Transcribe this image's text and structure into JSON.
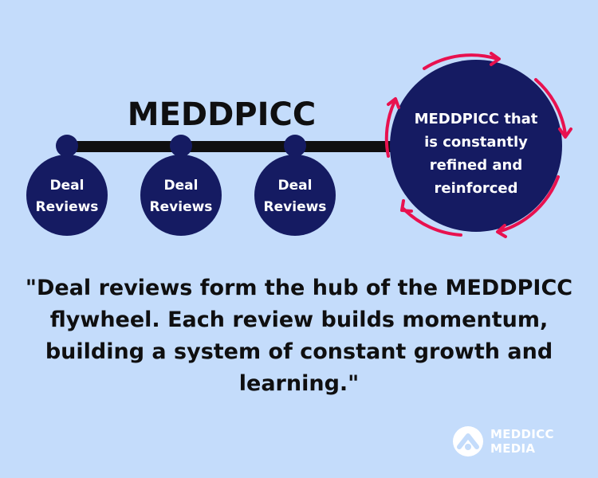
{
  "colors": {
    "background": "#c4dcfb",
    "navy": "#151b62",
    "bar": "#0f0f10",
    "arrow": "#e8114f",
    "white": "#ffffff"
  },
  "diagram": {
    "title": "MEDDPICC",
    "nodes": [
      {
        "line1": "Deal",
        "line2": "Reviews"
      },
      {
        "line1": "Deal",
        "line2": "Reviews"
      },
      {
        "line1": "Deal",
        "line2": "Reviews"
      }
    ],
    "hub": {
      "lines": [
        "MEDDPICC that",
        "is constantly",
        "refined and",
        "reinforced"
      ],
      "arrow_icon": "circular-arrows-icon"
    }
  },
  "quote": {
    "lines": [
      "\"Deal reviews form the hub of the MEDDPICC",
      "flywheel. Each review builds momentum,",
      "building a system of constant growth and",
      "learning.\""
    ]
  },
  "brand": {
    "logo_icon": "brand-logo-icon",
    "line1": "MEDDICC",
    "line2": "MEDIA"
  }
}
